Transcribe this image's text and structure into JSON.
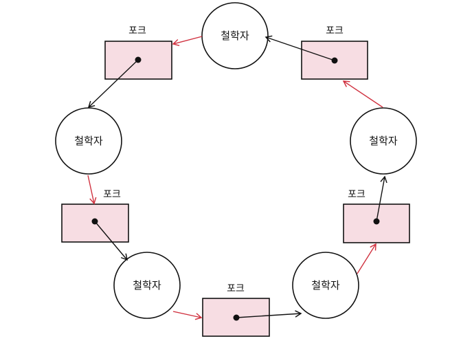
{
  "philosophers": [
    {
      "id": "p1",
      "label": "철학자"
    },
    {
      "id": "p2",
      "label": "철학자"
    },
    {
      "id": "p3",
      "label": "철학자"
    },
    {
      "id": "p4",
      "label": "철학자"
    },
    {
      "id": "p5",
      "label": "철학자"
    }
  ],
  "forks": [
    {
      "id": "f1",
      "label": "포크"
    },
    {
      "id": "f2",
      "label": "포크"
    },
    {
      "id": "f3",
      "label": "포크"
    },
    {
      "id": "f4",
      "label": "포크"
    },
    {
      "id": "f5",
      "label": "포크"
    }
  ],
  "colors": {
    "fork_fill": "#f7dde3",
    "node_stroke": "#111111",
    "hold_arrow": "#111111",
    "wait_arrow": "#d0313f"
  }
}
